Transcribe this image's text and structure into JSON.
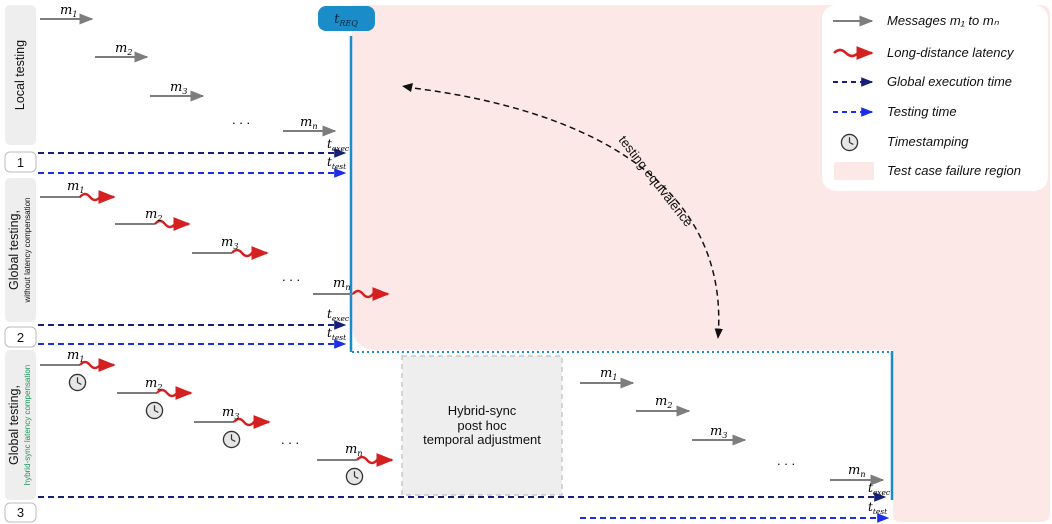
{
  "treq": {
    "label": "t",
    "sub": "REQ"
  },
  "panels": [
    {
      "number": "1",
      "title": "Local testing",
      "subtitle": ""
    },
    {
      "number": "2",
      "title": "Global testing,",
      "subtitle": "without latency compensation"
    },
    {
      "number": "3",
      "title": "Global testing,",
      "subtitle": "hybrid-sync latency  compensation"
    }
  ],
  "messages": {
    "m1": {
      "base": "m",
      "sub": "1"
    },
    "m2": {
      "base": "m",
      "sub": "2"
    },
    "m3": {
      "base": "m",
      "sub": "3"
    },
    "mn": {
      "base": "m",
      "sub": "n"
    },
    "ellipsis": ". . ."
  },
  "times": {
    "exec": {
      "base": "t",
      "sub": "exec"
    },
    "test": {
      "base": "t",
      "sub": "test"
    }
  },
  "equivalence_label": "testing equivalence",
  "hybrid_box": [
    "Hybrid-sync",
    "post hoc",
    "temporal adjustment"
  ],
  "legend": [
    {
      "icon": "gray-arrow-icon",
      "text": "Messages m₁ to mₙ"
    },
    {
      "icon": "red-wavy-arrow-icon",
      "text": "Long-distance latency"
    },
    {
      "icon": "navy-dashed-arrow-icon",
      "text": "Global execution time"
    },
    {
      "icon": "blue-dashed-arrow-icon",
      "text": "Testing time"
    },
    {
      "icon": "clock-icon",
      "text": "Timestamping"
    },
    {
      "icon": "pink-region-icon",
      "text": "Test case failure region"
    }
  ],
  "colors": {
    "failure_region": "#fde8e8",
    "treq_box": "#1a8cc8",
    "message": "#7d7d7d",
    "latency": "#d42020",
    "exec": "#16207a",
    "test": "#1c2fe6",
    "compensation_label": "#1a9a5a",
    "panel_bg": "#eeeeee"
  }
}
